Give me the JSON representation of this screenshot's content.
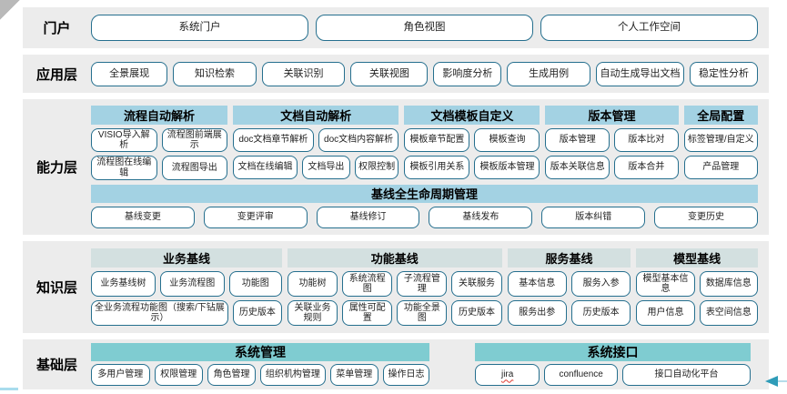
{
  "colors": {
    "layer_band_bg": "#ececec",
    "capability_header_blue": "#a3d2e3",
    "knowledge_header_pale": "#d3e0e0",
    "foundation_header_teal": "#7fccd1",
    "box_border_teal": "#256f8e",
    "arrow_teal": "#2f9cb8",
    "spellcheck_underline_red": "#e0392f"
  },
  "layers": {
    "portal": {
      "label": "门户",
      "items": [
        "系统门户",
        "角色视图",
        "个人工作空间"
      ]
    },
    "application": {
      "label": "应用层",
      "items": [
        "全景展现",
        "知识检索",
        "关联识别",
        "关联视图",
        "影响度分析",
        "生成用例",
        "自动生成导出文档",
        "稳定性分析"
      ]
    },
    "capability": {
      "label": "能力层",
      "groups": [
        {
          "title": "流程自动解析",
          "row1": [
            "VISIO导入解析",
            "流程图前端展示"
          ],
          "row2": [
            "流程图在线编辑",
            "流程图导出"
          ]
        },
        {
          "title": "文档自动解析",
          "row1": [
            "doc文档章节解析",
            "doc文档内容解析"
          ],
          "row2": [
            "文档在线编辑",
            "文档导出",
            "权限控制"
          ]
        },
        {
          "title": "文档模板自定义",
          "row1": [
            "模板章节配置",
            "模板查询"
          ],
          "row2": [
            "模板引用关系",
            "模板版本管理"
          ]
        },
        {
          "title": "版本管理",
          "row1": [
            "版本管理",
            "版本比对"
          ],
          "row2": [
            "版本关联信息",
            "版本合并"
          ]
        },
        {
          "title": "全局配置",
          "row1": [
            "标签管理/自定义"
          ],
          "row2": [
            "产品管理"
          ]
        }
      ],
      "baseline": {
        "title": "基线全生命周期管理",
        "items": [
          "基线变更",
          "变更评审",
          "基线修订",
          "基线发布",
          "版本纠错",
          "变更历史"
        ]
      }
    },
    "knowledge": {
      "label": "知识层",
      "groups": [
        {
          "title": "业务基线",
          "row1": [
            "业务基线树",
            "业务流程图",
            "功能图"
          ],
          "row2": [
            "全业务流程功能图（搜索/下钻展示）",
            "历史版本"
          ]
        },
        {
          "title": "功能基线",
          "row1": [
            "功能树",
            "系统流程图",
            "子流程管理",
            "关联服务"
          ],
          "row2": [
            "关联业务规则",
            "属性可配置",
            "功能全景图",
            "历史版本"
          ]
        },
        {
          "title": "服务基线",
          "row1": [
            "基本信息",
            "服务入参"
          ],
          "row2": [
            "服务出参",
            "历史版本"
          ]
        },
        {
          "title": "模型基线",
          "row1": [
            "模型基本信息",
            "数据库信息"
          ],
          "row2": [
            "用户信息",
            "表空间信息"
          ]
        }
      ]
    },
    "foundation": {
      "label": "基础层",
      "groups": [
        {
          "title": "系统管理",
          "row1": [
            "多用户管理",
            "权限管理",
            "角色管理",
            "组织机构管理",
            "菜单管理",
            "操作日志"
          ]
        },
        {
          "title": "系统接口",
          "row1": [
            "jira",
            "confluence",
            "接口自动化平台"
          ]
        }
      ]
    }
  }
}
